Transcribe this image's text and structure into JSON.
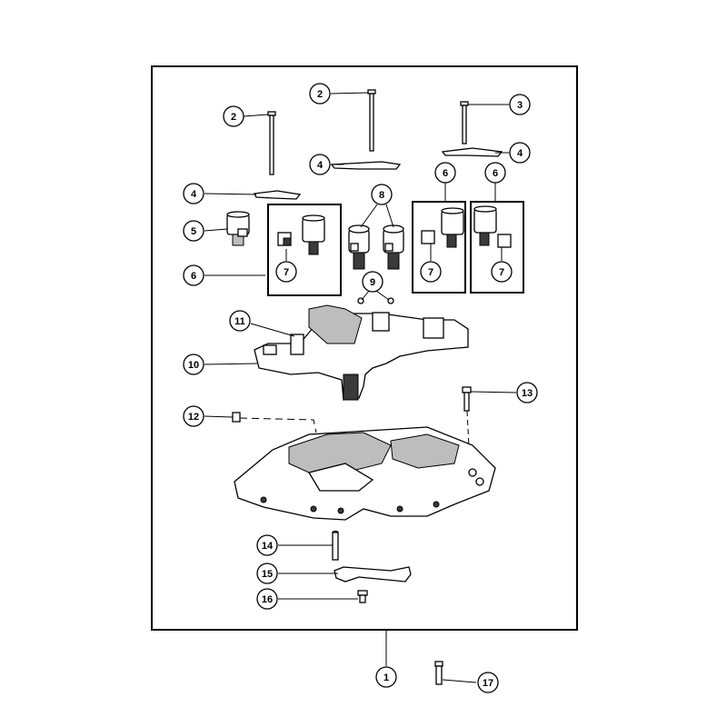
{
  "callouts": [
    {
      "id": "c2a",
      "label": "2"
    },
    {
      "id": "c2b",
      "label": "2"
    },
    {
      "id": "c3",
      "label": "3"
    },
    {
      "id": "c4a",
      "label": "4"
    },
    {
      "id": "c4b",
      "label": "4"
    },
    {
      "id": "c4c",
      "label": "4"
    },
    {
      "id": "c5",
      "label": "5"
    },
    {
      "id": "c6a",
      "label": "6"
    },
    {
      "id": "c6b",
      "label": "6"
    },
    {
      "id": "c6c",
      "label": "6"
    },
    {
      "id": "c7a",
      "label": "7"
    },
    {
      "id": "c7b",
      "label": "7"
    },
    {
      "id": "c7c",
      "label": "7"
    },
    {
      "id": "c8",
      "label": "8"
    },
    {
      "id": "c9",
      "label": "9"
    },
    {
      "id": "c10",
      "label": "10"
    },
    {
      "id": "c11",
      "label": "11"
    },
    {
      "id": "c12",
      "label": "12"
    },
    {
      "id": "c13",
      "label": "13"
    },
    {
      "id": "c14",
      "label": "14"
    },
    {
      "id": "c15",
      "label": "15"
    },
    {
      "id": "c16",
      "label": "16"
    },
    {
      "id": "c1",
      "label": "1"
    },
    {
      "id": "c17",
      "label": "17"
    }
  ]
}
